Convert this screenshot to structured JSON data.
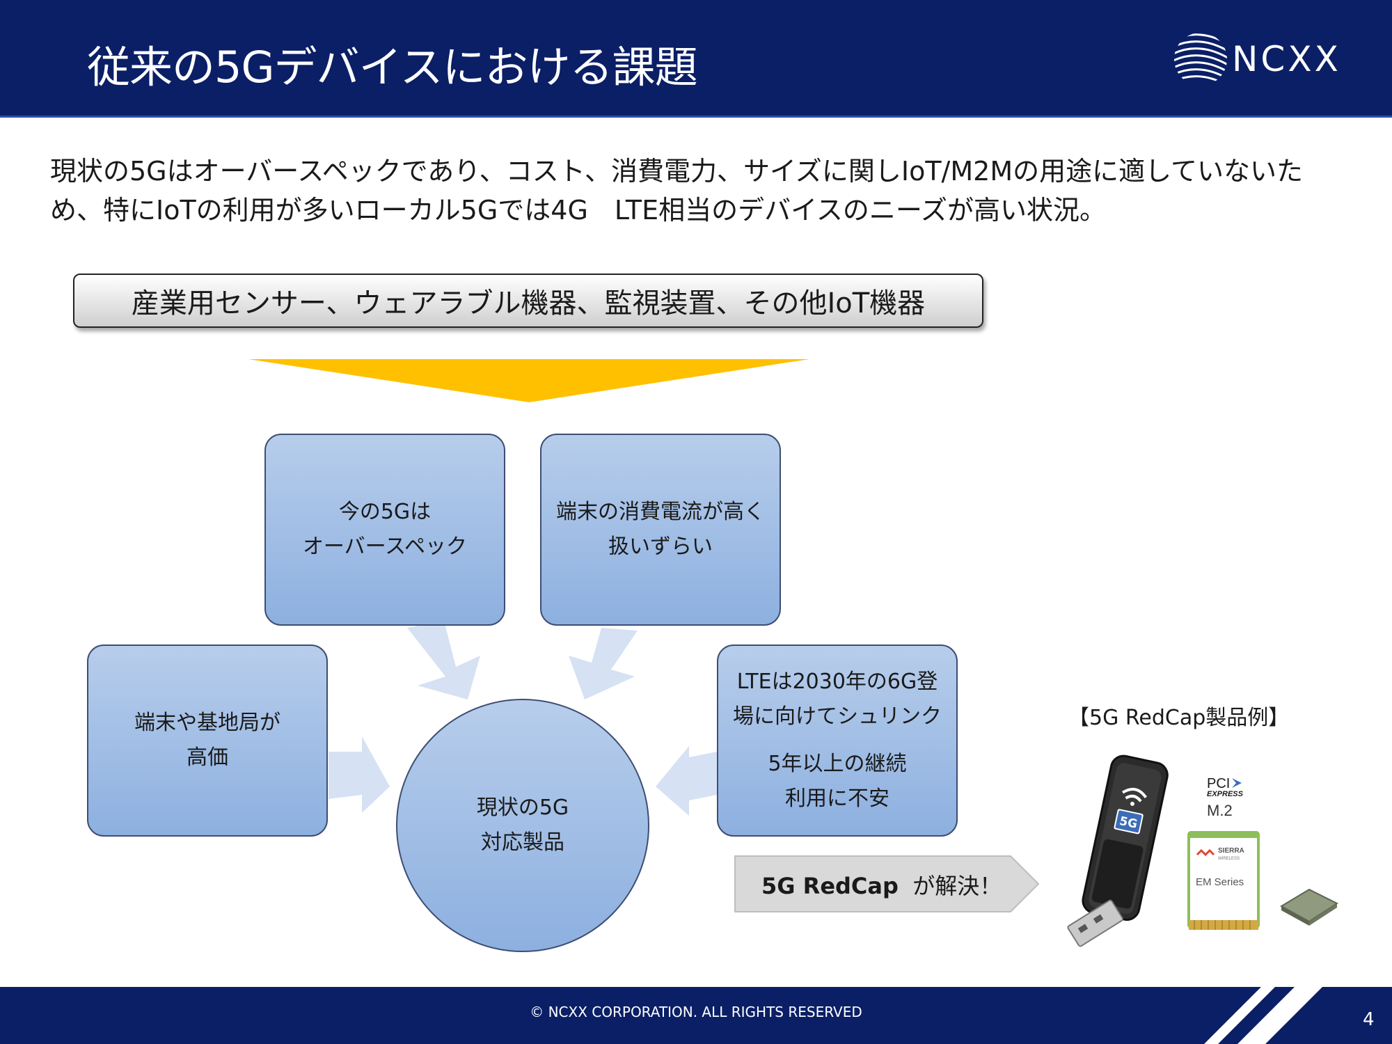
{
  "header": {
    "title": "従来の5Gデバイスにおける課題",
    "logo_text": "NCXX"
  },
  "intro": {
    "line1": "現状の5Gはオーバースペックであり、コスト、消費電力、サイズに関しIoT/M2Mの用途に適していないた",
    "line2": "め、特にIoTの利用が多いローカル5Gでは4G　LTE相当のデバイスのニーズが高い状況。"
  },
  "category_bar": {
    "label": "産業用センサー、ウェアラブル機器、監視装置、その他IoT機器"
  },
  "issues": {
    "overspec": {
      "line1": "今の5Gは",
      "line2": "オーバースペック"
    },
    "power": {
      "line1": "端末の消費電流が高く",
      "line2": "扱いずらい"
    },
    "cost": {
      "line1": "端末や基地局が",
      "line2": "高価"
    },
    "lte": {
      "line1": "LTEは2030年の6G登",
      "line2": "場に向けてシュリンク",
      "line3": "5年以上の継続",
      "line4": "利用に不安"
    }
  },
  "center": {
    "line1": "現状の5G",
    "line2": "対応製品"
  },
  "solution": {
    "bold": "5G RedCap",
    "rest": "が解決！"
  },
  "examples": {
    "label": "【5G RedCap製品例】",
    "dongle_badge": "5G",
    "pci_text": "PCI",
    "express_text": "EXPRESS",
    "m2_text": "M.2",
    "module_brand": "SIERRA",
    "module_brand_sub": "WIRELESS",
    "module_series": "EM Series"
  },
  "footer": {
    "copyright": "© NCXX CORPORATION. ALL RIGHTS RESERVED",
    "page": "4"
  },
  "colors": {
    "navy": "#0b1f66",
    "box_top": "#b7cdeb",
    "box_bottom": "#8db0e0",
    "arrow_yellow": "#ffc000",
    "arrow_light": "#d6e2f3"
  }
}
